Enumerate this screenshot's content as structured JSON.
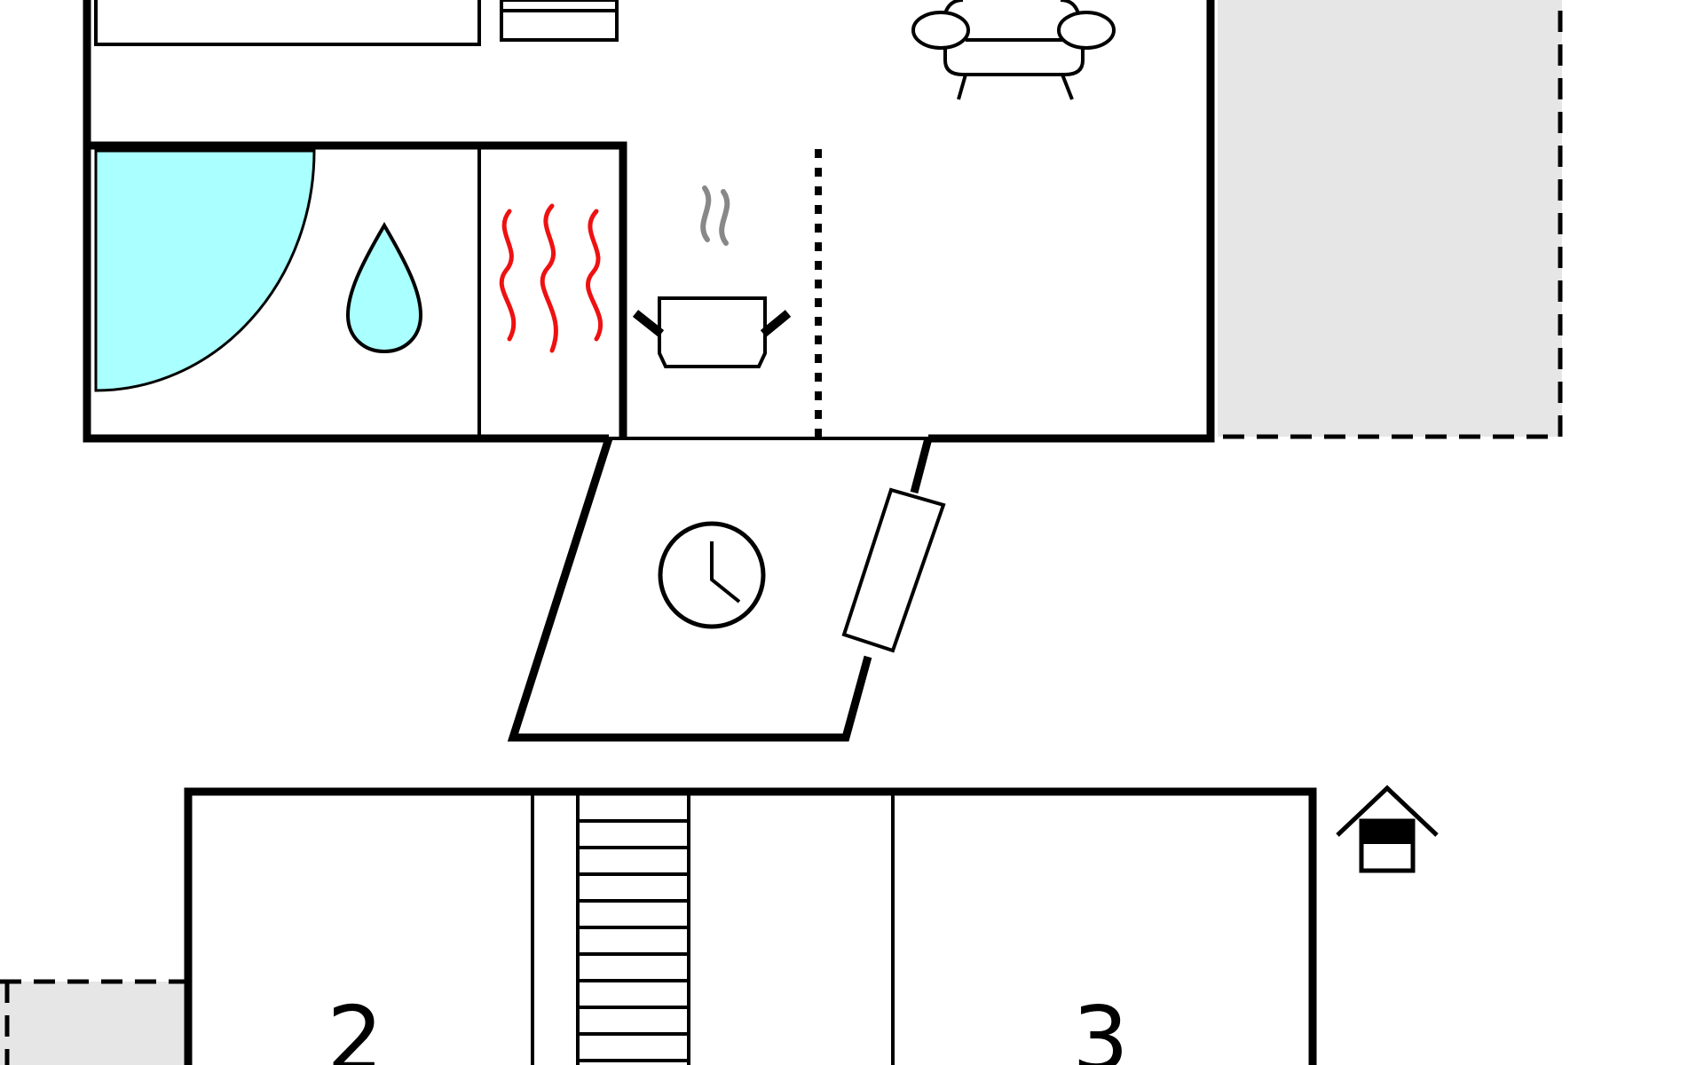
{
  "floorplan": {
    "rooms": [
      {
        "id": "bedroom-2",
        "label": "2"
      },
      {
        "id": "bedroom-3",
        "label": "3"
      }
    ],
    "icons": [
      "sofa-icon",
      "shower-icon",
      "water-drop-icon",
      "sauna-heat-icon",
      "cooking-pot-icon",
      "clock-icon",
      "house-icon",
      "staircase-icon"
    ],
    "colors": {
      "walls": "#000000",
      "shower": "#aaffff",
      "sauna_heat": "#ee1111",
      "steam": "#888888",
      "terrace": "#e6e6e6"
    }
  }
}
